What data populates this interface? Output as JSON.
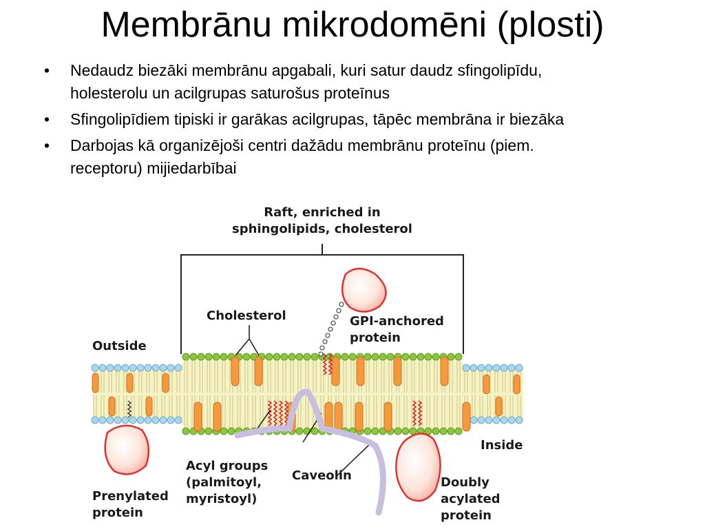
{
  "slide": {
    "title": "Membrānu mikrodomēni (plosti)",
    "bullets": [
      {
        "lines": [
          "Nedaudz biezāki membrānu apgabali, kuri satur daudz sfingolipīdu,",
          "holesterolu un acilgrupas saturošus proteīnus"
        ]
      },
      {
        "lines": [
          "Sfingolipīdiem tipiski ir garākas acilgrupas, tāpēc membrāna ir biezāka"
        ]
      },
      {
        "lines": [
          "Darbojas kā organizējoši centri dažādu membrānu proteīnu (piem.",
          "receptoru) mijiedarbībai"
        ]
      }
    ]
  },
  "figure": {
    "labels": {
      "raft_line1": "Raft, enriched in",
      "raft_line2": "sphingolipids, cholesterol",
      "cholesterol": "Cholesterol",
      "gpi_line1": "GPI-anchored",
      "gpi_line2": "protein",
      "outside": "Outside",
      "inside": "Inside",
      "acyl_line1": "Acyl groups",
      "acyl_line2": "(palmitoyl,",
      "acyl_line3": "myristoyl)",
      "caveolin": "Caveolin",
      "prenylated_line1": "Prenylated",
      "prenylated_line2": "protein",
      "doubly_line1": "Doubly",
      "doubly_line2": "acylated",
      "doubly_line3": "protein"
    },
    "colors": {
      "raft_heads": "#8cc63f",
      "normal_heads": "#a8d8ef",
      "membrane_core": "#f6f3c2",
      "cholesterol": "#f49a3a",
      "acyl_chain": "#d7262e",
      "protein_fill": "#fde5dc",
      "protein_edge": "#e0312d",
      "caveolin": "#c8bfe0"
    }
  }
}
